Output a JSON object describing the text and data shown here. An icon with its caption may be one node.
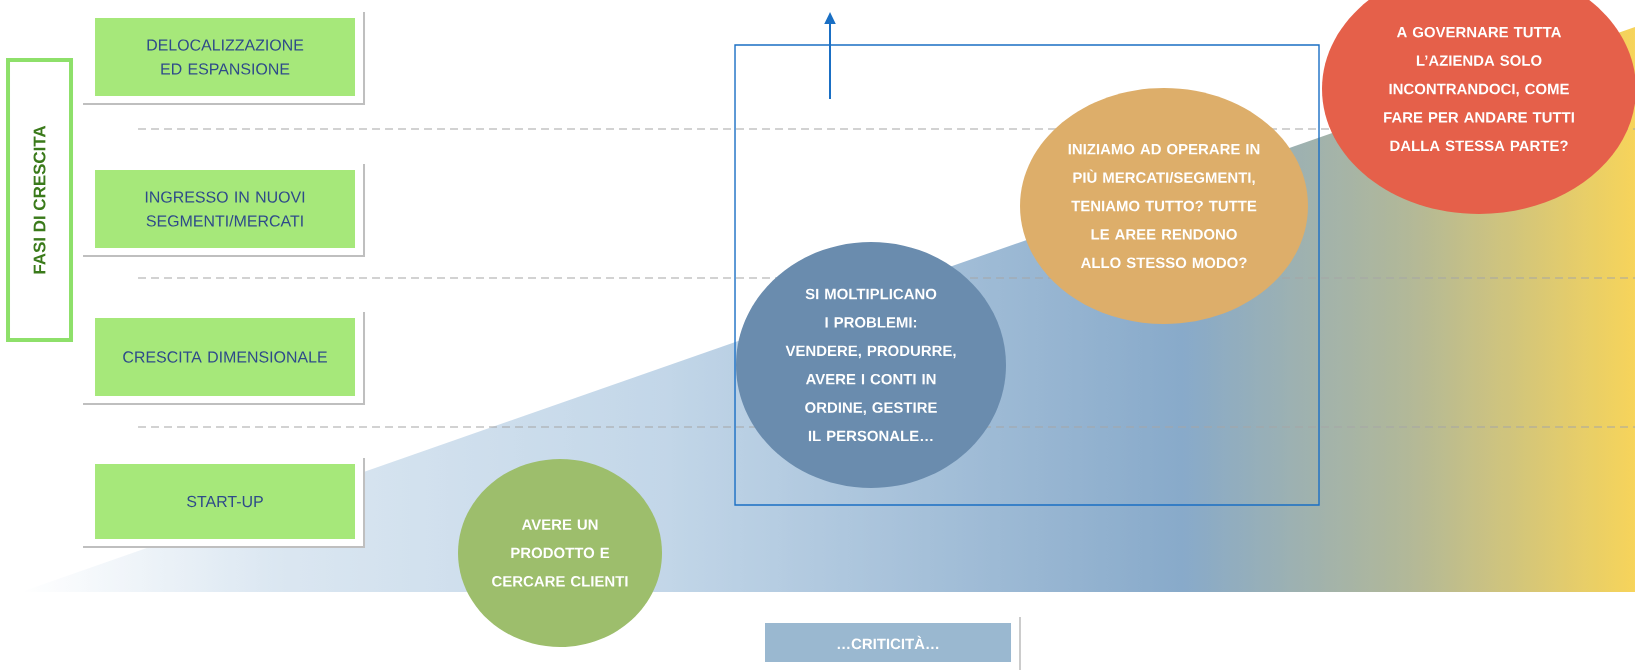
{
  "diagram": {
    "nodes": [
      {
        "text": [
          "FASI DI CRESCITA"
        ]
      },
      {
        "text": [
          "DELOCALIZZAZIONE ED ESPANSIONE"
        ]
      },
      {
        "text": [
          "INGRESSO IN NUOVI SEGMENTI/MERCATI"
        ]
      },
      {
        "text": [
          "CRESCITA DIMENSIONALE"
        ]
      },
      {
        "text": [
          "START-UP"
        ]
      },
      {
        "text": [
          "AVERE UN PRODOTTO E CERCARE CLIENTI"
        ]
      },
      {
        "text": [
          "SI MOLTIPLICANO I PROBLEMI: VENDERE, PRODURRE, AVERE I CONTI IN ORDINE, GESTIRE IL PERSONALE…"
        ]
      },
      {
        "text": [
          "INIZIAMO AD OPERARE IN PIÙ MERCATI/SEGMENTI, TENIAMO TUTTO? TUTTE LE AREE RENDONO ALLO STESSO MODO?"
        ]
      },
      {
        "text": [
          "A GOVERNARE TUTTA L’AZIENDA SOLO INCONTRANDOCI, COME FARE PER ANDARE TUTTI DALLA STESSA PARTE?"
        ]
      },
      {
        "text": [
          "…CRITICITÀ…"
        ]
      }
    ]
  }
}
